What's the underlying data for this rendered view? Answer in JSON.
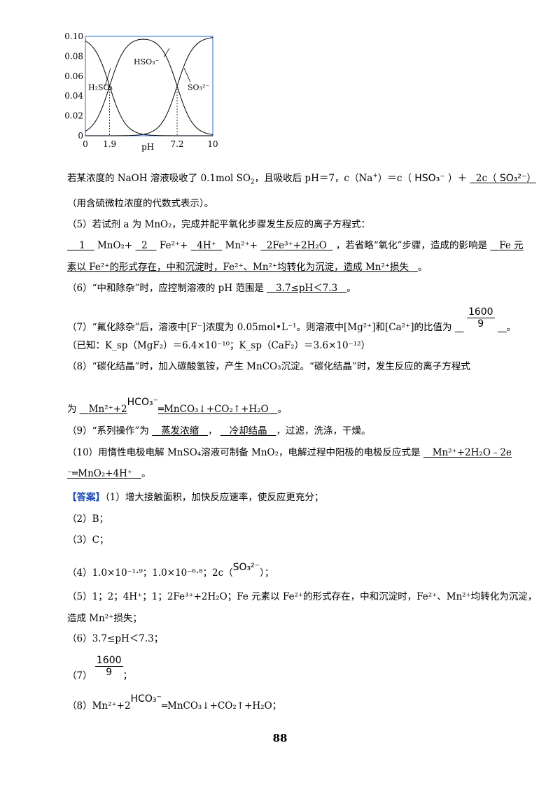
{
  "chart_data": {
    "type": "line",
    "x_ticks": [
      "0",
      "1.9",
      "pH",
      "7.2",
      "10"
    ],
    "y_ticks": [
      "0.10",
      "0.08",
      "0.06",
      "0.04",
      "0.02",
      "0"
    ],
    "xlim": [
      0,
      10
    ],
    "ylim": [
      0,
      0.1
    ],
    "species_labels": [
      "H₂SO₃",
      "HSO₃⁻",
      "SO₃²⁻"
    ],
    "series": [
      {
        "name": "H2SO3",
        "x": [
          0,
          1.9,
          4.5
        ],
        "y": [
          0.1,
          0.05,
          0
        ]
      },
      {
        "name": "HSO3-",
        "x": [
          0,
          1.9,
          4.5,
          7.2,
          10
        ],
        "y": [
          0,
          0.05,
          0.1,
          0.05,
          0
        ]
      },
      {
        "name": "SO3 2-",
        "x": [
          4.5,
          7.2,
          10
        ],
        "y": [
          0,
          0.05,
          0.1
        ]
      }
    ],
    "dashed_markers_x": [
      1.9,
      7.2
    ]
  },
  "text": {
    "l1a": "若某浓度的 NaOH 溶液吸收了 0.1mol SO",
    "l1b": "，且吸收后 pH＝7，c（Na",
    "l1c": "）＝c（",
    "l1d": "）＋",
    "l1e": "2c（",
    "l1f": "）",
    "l2": "（用含硫微粒浓度的代数式表示）。",
    "l3": "（5）若试剂 a 为 MnO₂，完成并配平氧化步骤发生反应的离子方程式：",
    "l4a": "1",
    "l4b": "MnO₂+",
    "l4c": "2",
    "l4d": "Fe²⁺+",
    "l4e": "4H⁺",
    "l4f": "Mn²⁺+",
    "l4g": "2Fe³⁺+2H₂O",
    "l4h": "，若省略“氧化”步骤，造成的影响是",
    "l4i": "Fe 元",
    "l5": "素以 Fe²⁺的形式存在，中和沉淀时，Fe²⁺、Mn²⁺均转化为沉淀，造成 Mn²⁺损失",
    "l5end": "。",
    "l6a": "（6）“中和除杂”时，应控制溶液的 pH 范围是",
    "l6b": "3.7≤pH＜7.3",
    "l6c": "。",
    "l7a": "（7）“氟化除杂”后，溶液中[F⁻]浓度为 0.05mol•L⁻¹。则溶液中[Mg²⁺]和[Ca²⁺]的比值为",
    "frac_num": "1600",
    "frac_den": "9",
    "l7end": "。",
    "l8": "（已知：K_sp（MgF₂）＝6.4×10⁻¹⁰；K_sp（CaF₂）＝3.6×10⁻¹²）",
    "l9": "（8）“碳化结晶”时，加入碳酸氢铵，产生 MnCO₃沉淀。“碳化结晶”时，发生反应的离子方程式",
    "l10a": "为",
    "l10b": "Mn²⁺+2",
    "l10c": "═MnCO₃↓+CO₂↑+H₂O",
    "l10d": "。",
    "l11a": "（9）“系列操作”为",
    "l11b": "蒸发浓缩",
    "l11c": "，",
    "l11d": "冷却结晶",
    "l11e": "，过滤，洗涤，干燥。",
    "l12a": "（10）用惰性电极电解 MnSO₄溶液可制备 MnO₂，电解过程中阳极的电极反应式是",
    "l12b": "Mn²⁺+2H₂O﹣2e",
    "l13a": "⁻═MnO₂+4H⁺",
    "l13b": "。",
    "ans_tag": "【答案】",
    "a1": "（1）增大接触面积，加快反应速率，使反应更充分；",
    "a2": "（2）B；",
    "a3": "（3）C；",
    "a4a": "（4）1.0×10⁻¹·⁹；1.0×10⁻⁶·⁸；2c（",
    "a4b": "）；",
    "a5": "（5）1；2；4H⁺；1；2Fe³⁺+2H₂O；Fe 元素以 Fe²⁺的形式存在，中和沉淀时，Fe²⁺、Mn²⁺均转化为沉淀，",
    "a5b": "造成 Mn²⁺损失；",
    "a6": "（6）3.7≤pH＜7.3；",
    "a7a": "（7）",
    "a7b": "；",
    "a8a": "（8）Mn²⁺+2",
    "a8b": "═MnCO₃↓+CO₂↑+H₂O；",
    "page": "88"
  },
  "chem": {
    "hso3": "HSO₃⁻",
    "so3": "SO₃²⁻",
    "hco3": "HCO₃⁻"
  }
}
